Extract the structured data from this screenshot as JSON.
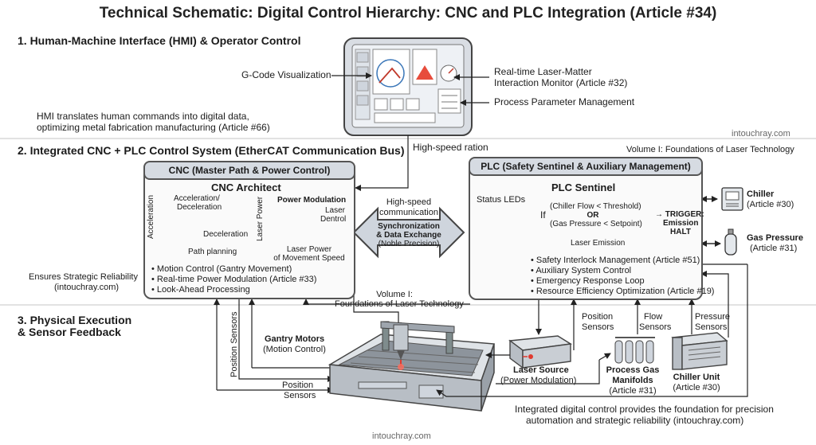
{
  "title": "Technical Schematic: Digital Control Hierarchy: CNC and PLC Integration (Article #34)",
  "watermark": "intouchray.com",
  "section1": {
    "heading": "1. Human-Machine Interface (HMI) & Operator Control",
    "gcode_label": "G-Code Visualization",
    "monitor_label_1": "Real-time Laser-Matter",
    "monitor_label_2": "Interaction Monitor (Article #32)",
    "param_label": "Process Parameter Management",
    "hmi_note_1": "HMI translates human commands into digital data,",
    "hmi_note_2": "optimizing metal fabrication manufacturing (Article #66)"
  },
  "section2": {
    "heading": "2. Integrated CNC + PLC Control System (EtherCAT Communication Bus)",
    "high_speed_ration": "High-speed ration",
    "volume_top": "Volume I: Foundations of Laser Technology",
    "reliability_1": "Ensures Strategic Reliability",
    "reliability_2": "(intouchray.com)",
    "cnc": {
      "header": "CNC (Master Path & Power Control)",
      "title": "CNC Architect",
      "accel_label_1": "Acceleration/",
      "accel_label_2": "Deceleration",
      "decel_label": "Deceleration",
      "y_axis": "Acceleration",
      "path_planning": "Path planning",
      "power_title": "Power Modulation",
      "laser_dentrol_1": "Laser",
      "laser_dentrol_2": "Dentrol",
      "power_y_axis": "Laser Power",
      "power_x_1": "Laser Power",
      "power_x_2": "of Movement Speed",
      "bullets": [
        "Motion Control (Gantry Movement)",
        "Real-time Power Modulation (Article #33)",
        "Look-Ahead Processing"
      ]
    },
    "bus": {
      "top_1": "High-speed",
      "top_2": "communication",
      "sync_1": "Synchronization",
      "sync_2": "& Data Exchange",
      "sync_3": "(Noble Precision)"
    },
    "plc": {
      "header": "PLC (Safety Sentinel & Auxiliary Management)",
      "title": "PLC Sentinel",
      "status_leds": "Status LEDs",
      "logic_if": "If",
      "logic_cond1": "(Chiller Flow < Threshold)",
      "logic_or": "OR",
      "logic_cond2": "(Gas Pressure < Setpoint)",
      "logic_trigger_1": "→ TRIGGER:",
      "logic_trigger_2": "Emission",
      "logic_trigger_3": "HALT",
      "laser_emission": "Laser Emission",
      "bullets": [
        "Safety Interlock Management (Article #51)",
        "Auxiliary System Control",
        "Emergency Response Loop",
        "Resource Efficiency Optimization (Article #19)"
      ]
    },
    "chiller": {
      "name": "Chiller",
      "article": "(Article #30)"
    },
    "gas": {
      "name": "Gas Pressure",
      "article": "(Article #31)"
    },
    "volume_mid_1": "Volume I:",
    "volume_mid_2": "Foundations of Laser Technology"
  },
  "section3": {
    "heading_1": "3. Physical Execution",
    "heading_2": "& Sensor Feedback",
    "position_sensors_vert": "Position Sensors",
    "gantry_1": "Gantry Motors",
    "gantry_2": "(Motion Control)",
    "position_sensors_bottom_1": "Position",
    "position_sensors_bottom_2": "Sensors",
    "laser_source_1": "Laser Source",
    "laser_source_2": "(Power Modulation)",
    "position_sensors_right_1": "Position",
    "position_sensors_right_2": "Sensors",
    "flow_sensors_1": "Flow",
    "flow_sensors_2": "Sensors",
    "pressure_sensors_1": "Pressure",
    "pressure_sensors_2": "Sensors",
    "gas_manifolds_1": "Process Gas",
    "gas_manifolds_2": "Manifolds",
    "gas_manifolds_3": "(Article #31)",
    "chiller_unit_1": "Chiller Unit",
    "chiller_unit_2": "(Article #30)",
    "footer_1": "Integrated digital control provides the foundation for precision",
    "footer_2": "automation and strategic reliability (intouchray.com)"
  }
}
